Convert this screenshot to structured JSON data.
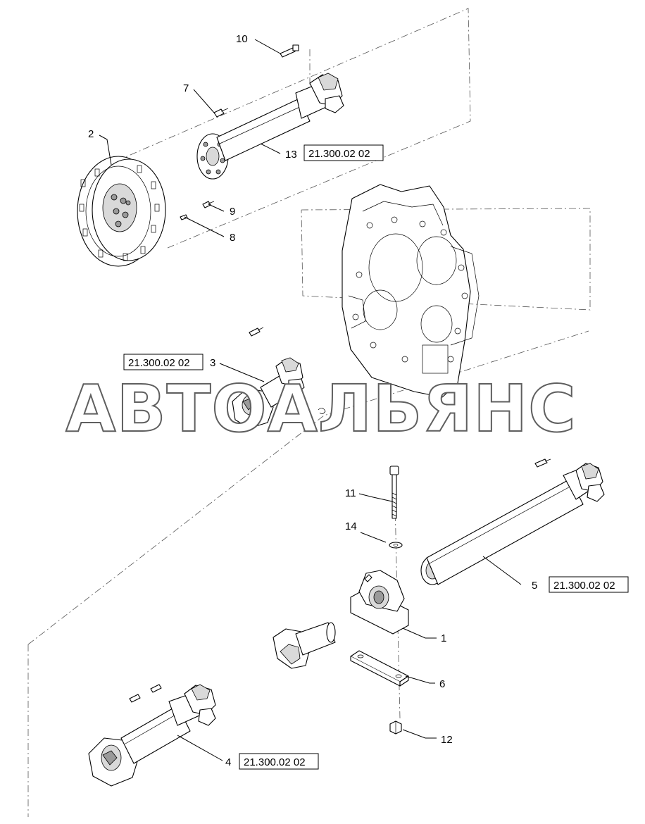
{
  "watermark": "АВТОАЛЬЯНС",
  "callouts": [
    {
      "id": "c10",
      "label": "10"
    },
    {
      "id": "c7",
      "label": "7"
    },
    {
      "id": "c2",
      "label": "2"
    },
    {
      "id": "c13",
      "label": "13",
      "ref": "21.300.02 02"
    },
    {
      "id": "c9",
      "label": "9"
    },
    {
      "id": "c8",
      "label": "8"
    },
    {
      "id": "c3",
      "label": "3",
      "ref": "21.300.02 02"
    },
    {
      "id": "c11",
      "label": "11"
    },
    {
      "id": "c14",
      "label": "14"
    },
    {
      "id": "c5",
      "label": "5",
      "ref": "21.300.02 02"
    },
    {
      "id": "c1",
      "label": "1"
    },
    {
      "id": "c6",
      "label": "6"
    },
    {
      "id": "c12",
      "label": "12"
    },
    {
      "id": "c4",
      "label": "4",
      "ref": "21.300.02 02"
    }
  ],
  "icons": [
    "flywheel",
    "drive-shaft",
    "transmission-housing",
    "universal-joint",
    "bolt",
    "washer",
    "pillow-block-bearing",
    "mounting-plate",
    "nut"
  ]
}
